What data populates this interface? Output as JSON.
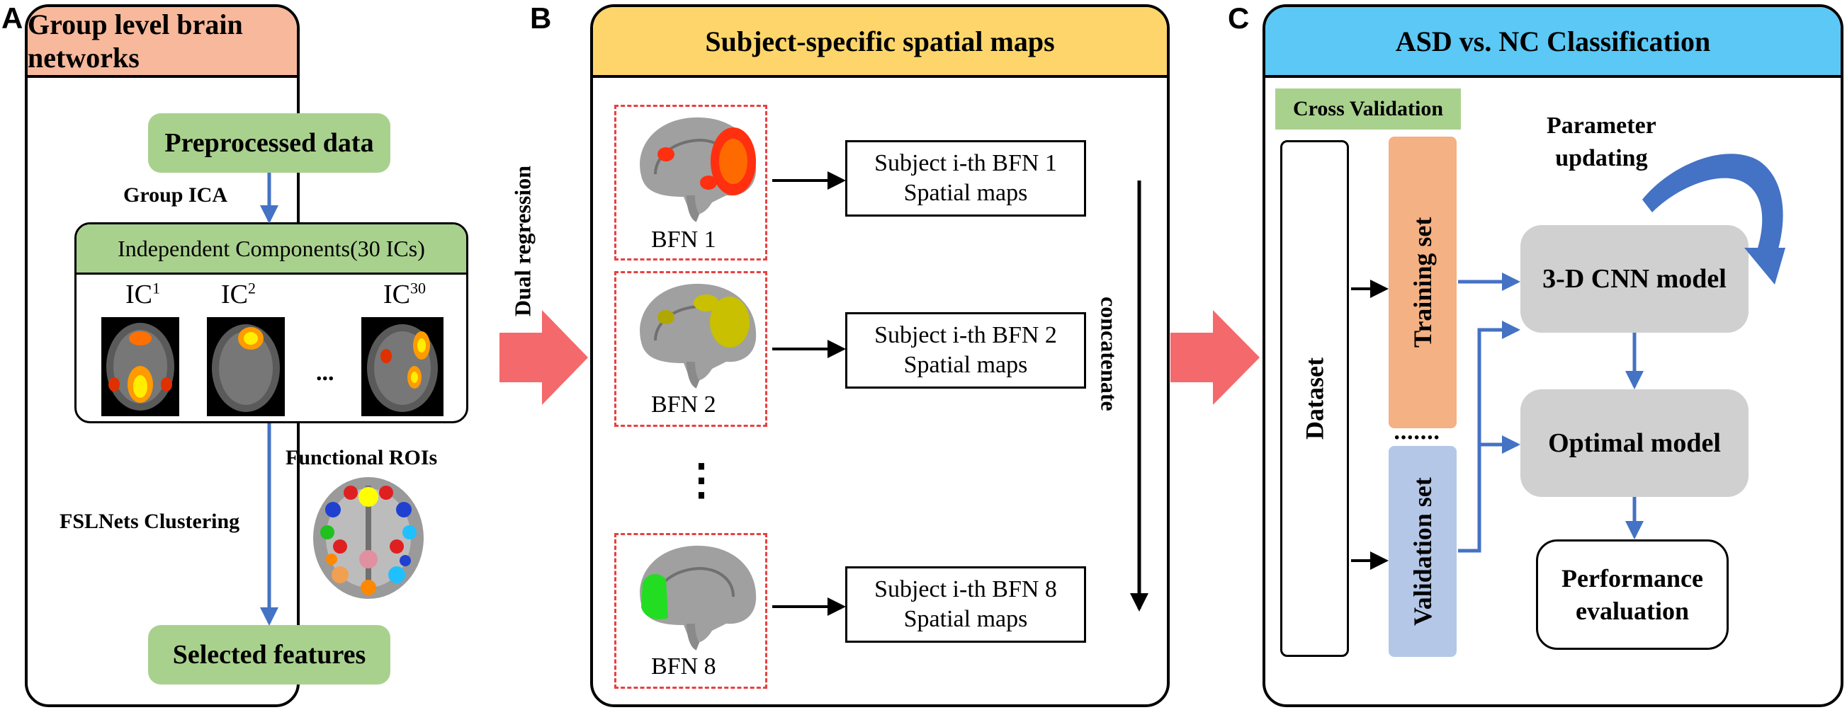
{
  "panels": {
    "a": {
      "letter": "A",
      "title": "Group level brain networks",
      "header_color": "#f7b89b",
      "preprocessed": "Preprocessed data",
      "group_ica": "Group ICA",
      "components_title": "Independent Components(30 ICs)",
      "ic_labels": [
        {
          "base": "IC",
          "sup": "1"
        },
        {
          "base": "IC",
          "sup": "2"
        },
        {
          "base": "IC",
          "sup": "30"
        }
      ],
      "ellipsis": "...",
      "functional_rois": "Functional ROIs",
      "fslnets": "FSLNets Clustering",
      "selected": "Selected features"
    },
    "b": {
      "letter": "B",
      "title": "Subject-specific spatial maps",
      "header_color": "#fdd56a",
      "dual_regression": "Dual regression",
      "bfn": [
        {
          "label": "BFN 1",
          "line1": "Subject i-th BFN 1",
          "line2": "Spatial maps",
          "color": "#ff3010"
        },
        {
          "label": "BFN 2",
          "line1": "Subject i-th BFN 2",
          "line2": "Spatial maps",
          "color": "#c8c000"
        },
        {
          "label": "BFN 8",
          "line1": "Subject i-th BFN 8",
          "line2": "Spatial maps",
          "color": "#22dd22"
        }
      ],
      "vdots": "⋮",
      "concatenate": "concatenate"
    },
    "c": {
      "letter": "C",
      "title": "ASD vs. NC Classification",
      "header_color": "#5bc8f5",
      "cross_validation": "Cross Validation",
      "parameter_updating_1": "Parameter",
      "parameter_updating_2": "updating",
      "dataset": "Dataset",
      "training_set": "Training set",
      "validation_set": "Validation set",
      "dots": "·······",
      "cnn_model": "3-D CNN model",
      "optimal_model": "Optimal model",
      "performance_1": "Performance",
      "performance_2": "evaluation"
    }
  },
  "colors": {
    "arrow_blue": "#4472c4",
    "big_arrow": "#f4696b",
    "green": "#a9d18e",
    "training": "#f4b183",
    "validation": "#b4c7e7",
    "gray": "#d0d0d0"
  }
}
